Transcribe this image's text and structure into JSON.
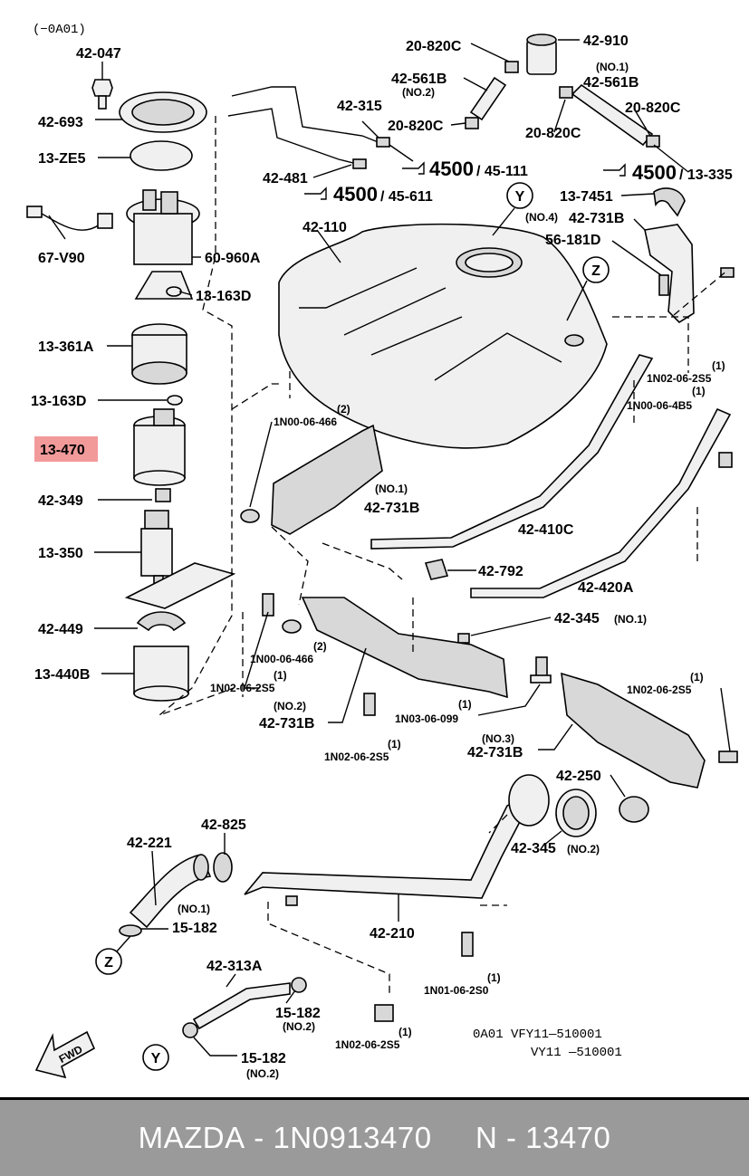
{
  "header_code": "(−0A01)",
  "highlight_color": "#f29a9a",
  "labels": {
    "p42_047": "42-047",
    "p42_693": "42-693",
    "p13_ZE5": "13-ZE5",
    "p67_V90": "67-V90",
    "p60_960A": "60-960A",
    "p13_163D_a": "13-163D",
    "p13_361A": "13-361A",
    "p13_163D_b": "13-163D",
    "p13_470": "13-470",
    "p42_349": "42-349",
    "p13_350": "13-350",
    "p42_449": "42-449",
    "p13_440B": "13-440B",
    "p20_820C_a": "20-820C",
    "p42_561B_a": "42-561B",
    "no2_a": "(NO.2)",
    "p42_315": "42-315",
    "p20_820C_b": "20-820C",
    "p42_481": "42-481",
    "ref4500_a": "4500",
    "ref45_111": "/ 45-111",
    "ref4500_b": "4500",
    "ref45_611": "/ 45-611",
    "p42_910": "42-910",
    "no1_a": "(NO.1)",
    "p42_561B_b": "42-561B",
    "p20_820C_c": "20-820C",
    "p20_820C_d": "20-820C",
    "ref4500_c": "4500",
    "ref13_335": "/ 13-335",
    "p13_7451": "13-7451",
    "no4": "(NO.4)",
    "p42_731B_a": "42-731B",
    "p56_181D": "56-181D",
    "p42_110": "42-110",
    "circle_Y": "Y",
    "circle_Z": "Z",
    "q1_a": "(1)",
    "p1N02_06_2S5_a": "1N02-06-2S5",
    "q1_b": "(1)",
    "p1N00_06_4B5": "1N00-06-4B5",
    "q2_a": "(2)",
    "p1N00_06_466_a": "1N00-06-466",
    "no1_b": "(NO.1)",
    "p42_731B_b": "42-731B",
    "p42_410C": "42-410C",
    "p42_792": "42-792",
    "p42_420A": "42-420A",
    "p42_345_a": "42-345",
    "no1_c": "(NO.1)",
    "q2_b": "(2)",
    "p1N00_06_466_b": "1N00-06-466",
    "q1_c": "(1)",
    "p1N02_06_2S5_b": "1N02-06-2S5",
    "no2_b": "(NO.2)",
    "p42_731B_c": "42-731B",
    "q1_d": "(1)",
    "p1N03_06_099": "1N03-06-099",
    "q1_e": "(1)",
    "p1N02_06_2S5_c": "1N02-06-2S5",
    "no3": "(NO.3)",
    "p42_731B_d": "42-731B",
    "q1_f": "(1)",
    "p1N02_06_2S5_d": "1N02-06-2S5",
    "p42_250": "42-250",
    "p42_345_b": "42-345",
    "no2_c": "(NO.2)",
    "p42_825": "42-825",
    "p42_221": "42-221",
    "no1_d": "(NO.1)",
    "p15_182_a": "15-182",
    "p42_210": "42-210",
    "circle_Z2": "Z",
    "p42_313A": "42-313A",
    "p15_182_b": "15-182",
    "no2_d": "(NO.2)",
    "q1_g": "(1)",
    "p1N01_06_2S0": "1N01-06-2S0",
    "q1_h": "(1)",
    "p1N02_06_2S5_e": "1N02-06-2S5",
    "circle_Y2": "Y",
    "p15_182_c": "15-182",
    "no2_e": "(NO.2)",
    "fwd": "FWD",
    "code_line1": "0A01  VFY11—510001",
    "code_line2": "VY11  —510001"
  },
  "footer": {
    "brand": "MAZDA",
    "sep1": " - ",
    "part_number": "1N0913470",
    "gap": "     ",
    "prefix": "N",
    "sep2": " - ",
    "ref": "13470"
  }
}
